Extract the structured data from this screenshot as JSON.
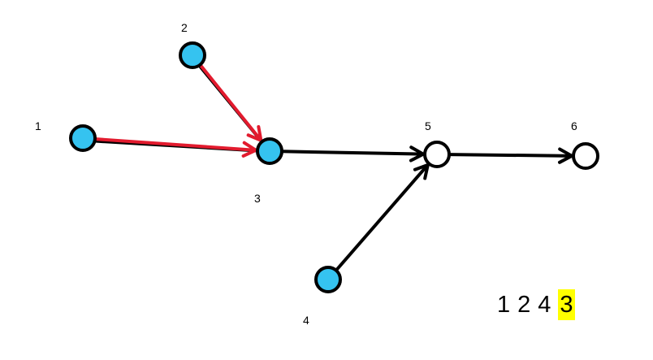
{
  "colors": {
    "node_stroke": "#000000",
    "visited_fill": "#35c3f0",
    "edge_default": "#000000",
    "edge_highlight": "#e21b2e",
    "sequence_highlight": "#ffff00"
  },
  "nodes": [
    {
      "id": "1",
      "label": "1",
      "visited": true
    },
    {
      "id": "2",
      "label": "2",
      "visited": true
    },
    {
      "id": "3",
      "label": "3",
      "visited": true
    },
    {
      "id": "4",
      "label": "4",
      "visited": true
    },
    {
      "id": "5",
      "label": "5",
      "visited": false
    },
    {
      "id": "6",
      "label": "6",
      "visited": false
    }
  ],
  "edges": [
    {
      "from": "1",
      "to": "3",
      "highlighted": true
    },
    {
      "from": "2",
      "to": "3",
      "highlighted": true
    },
    {
      "from": "3",
      "to": "5",
      "highlighted": false
    },
    {
      "from": "4",
      "to": "5",
      "highlighted": false
    },
    {
      "from": "5",
      "to": "6",
      "highlighted": false
    }
  ],
  "sequence": [
    {
      "label": "1",
      "highlighted": false
    },
    {
      "label": "2",
      "highlighted": false
    },
    {
      "label": "4",
      "highlighted": false
    },
    {
      "label": "3",
      "highlighted": true
    }
  ]
}
